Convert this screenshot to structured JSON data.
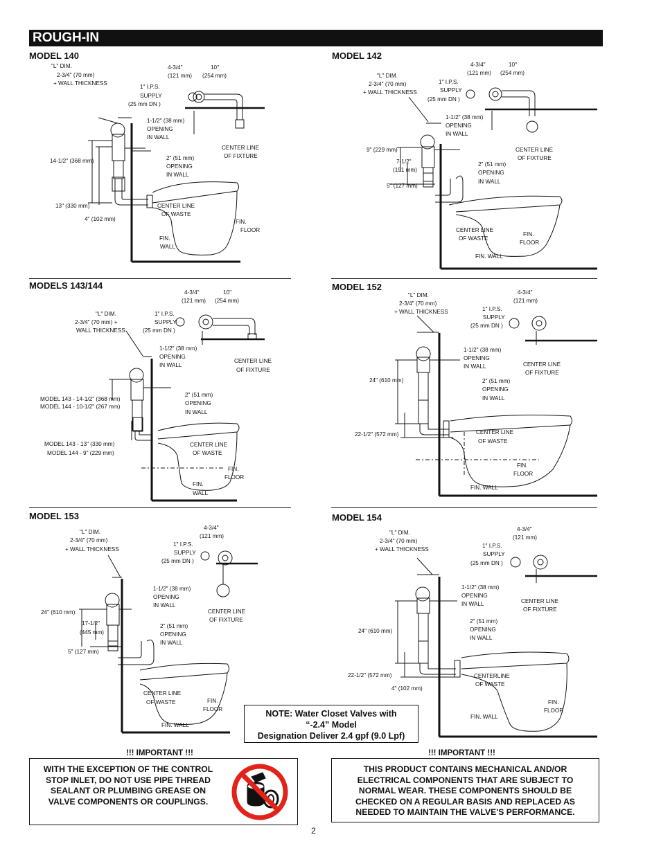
{
  "header": {
    "title": "ROUGH-IN"
  },
  "labels": {
    "l_dim": "\"L\" DIM.",
    "l_dim_value": "2-3/4\" (70 mm)",
    "l_dim_value_plus": "2-3/4\" (70 mm) +",
    "plus_wall": "+ WALL THICKNESS",
    "wall_thickness": "WALL THICKNESS",
    "ips": "1\" I.P.S.",
    "supply": "SUPPLY",
    "dn": "(25 mm DN )",
    "w434": "4-3/4\"",
    "w121": "(121 mm)",
    "w10": "10\"",
    "w254": "(254 mm)",
    "open112": "1-1/2\" (38 mm)",
    "open2": "2\" (51 mm)",
    "opening": "OPENING",
    "in_wall": "IN WALL",
    "cl": "CENTER LINE",
    "centerline": "CENTERLINE",
    "of_fixture": "OF FIXTURE",
    "of_waste": "OF WASTE",
    "fin": "FIN.",
    "wall": "WALL",
    "floor": "FLOOR",
    "fin_wall": "FIN. WALL"
  },
  "models": {
    "m140": {
      "title": "MODEL 140",
      "d1": "14-1/2\" (368 mm)",
      "d2": "13\" (330 mm)",
      "d3": "4\" (102 mm)"
    },
    "m142": {
      "title": "MODEL 142",
      "d1": "9\" (229 mm)",
      "d2a": "7-1/2\"",
      "d2b": "(191 mm)",
      "d3": "5\" (127 mm)"
    },
    "m143": {
      "title": "MODELS 143/144",
      "d1": "MODEL 143 - 14-1/2\" (368 mm)",
      "d1b": "MODEL 144 - 10-1/2\" (267 mm)",
      "d2": "MODEL 143 - 13\" (330 mm)",
      "d2b": "MODEL 144 - 9\" (229 mm)"
    },
    "m152": {
      "title": "MODEL 152",
      "d1": "24\" (610 mm)",
      "d2": "22-1/2\" (572 mm)"
    },
    "m153": {
      "title": "MODEL 153",
      "d1": "24\" (610 mm)",
      "d2a": "17-1/2\"",
      "d2b": "(445 mm)",
      "d3": "5\" (127 mm)"
    },
    "m154": {
      "title": "MODEL 154",
      "d1": "24\" (610 mm)",
      "d2": "22-1/2\" (572 mm)",
      "d3": "4\" (102 mm)"
    }
  },
  "note": {
    "line1": "NOTE: Water Closet Valves with",
    "line2": "“-2.4” Model",
    "line3": "Designation Deliver 2.4 gpf (9.0 Lpf)"
  },
  "important_left": {
    "title": "!!! IMPORTANT !!!",
    "lines": [
      "WITH THE EXCEPTION OF THE CONTROL",
      "STOP INLET, DO NOT USE PIPE THREAD",
      "SEALANT OR PLUMBING GREASE ON",
      "VALVE COMPONENTS OR COUPLINGS."
    ]
  },
  "important_right": {
    "title": "!!! IMPORTANT !!!",
    "lines": [
      "THIS PRODUCT CONTAINS MECHANICAL AND/OR",
      "ELECTRICAL COMPONENTS THAT ARE SUBJECT TO",
      "NORMAL WEAR. THESE COMPONENTS SHOULD BE",
      "CHECKED ON A REGULAR BASIS AND REPLACED AS",
      "NEEDED TO MAINTAIN THE VALVE'S PERFORMANCE."
    ]
  },
  "page_number": "2",
  "colors": {
    "prohibit": "#e2231a",
    "ink": "#111111"
  }
}
